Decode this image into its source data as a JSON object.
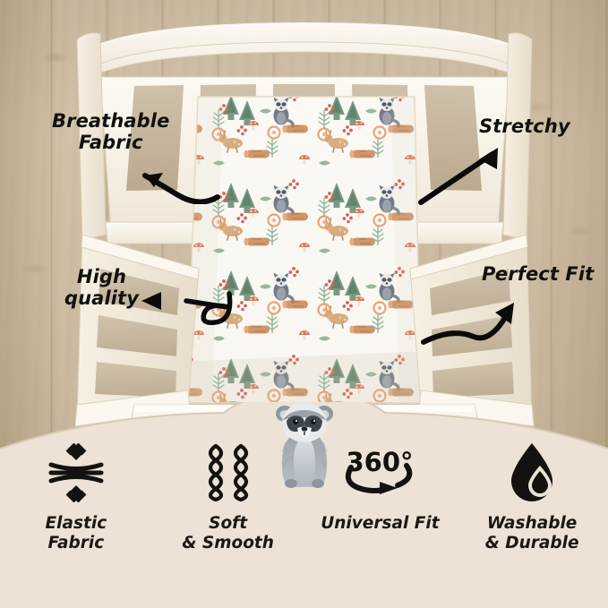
{
  "scene": {
    "background": "wood-plank-wall",
    "product": "fitted-crib-sheet-woodland-pattern",
    "wood_color": "#cfc0a6",
    "crib_color": "#fbf7ee",
    "panel_color": "#ece2d5"
  },
  "callouts": [
    {
      "id": "breathable-fabric",
      "text": "Breathable\nFabric",
      "position": "top-left",
      "arrow": "curved-right-down"
    },
    {
      "id": "stretchy",
      "text": "Stretchy",
      "position": "top-right",
      "arrow": "straight-up-left"
    },
    {
      "id": "high-quality",
      "text": "High\nquality",
      "position": "bottom-left",
      "arrow": "looped-left"
    },
    {
      "id": "perfect-fit",
      "text": "Perfect Fit",
      "position": "bottom-right",
      "arrow": "curved-up-right"
    }
  ],
  "mascot": {
    "name": "raccoon-mascot",
    "alt": "watercolor raccoon"
  },
  "features": [
    {
      "id": "elastic-fabric",
      "icon": "elastic-compression-icon",
      "caption": "Elastic\nFabric"
    },
    {
      "id": "soft-smooth",
      "icon": "twisted-fiber-icon",
      "caption": "Soft\n& Smooth"
    },
    {
      "id": "universal-fit",
      "icon": "rotation-360-icon",
      "caption": "Universal Fit",
      "badge": "360°"
    },
    {
      "id": "washable-durable",
      "icon": "water-droplet-icon",
      "caption": "Washable\n& Durable"
    }
  ],
  "pattern": {
    "name": "woodland-animals",
    "motifs": [
      "raccoon",
      "fawn",
      "pine-tree",
      "log",
      "mushroom",
      "berries",
      "foliage",
      "flower"
    ],
    "base_color": "#fdfcf8"
  }
}
